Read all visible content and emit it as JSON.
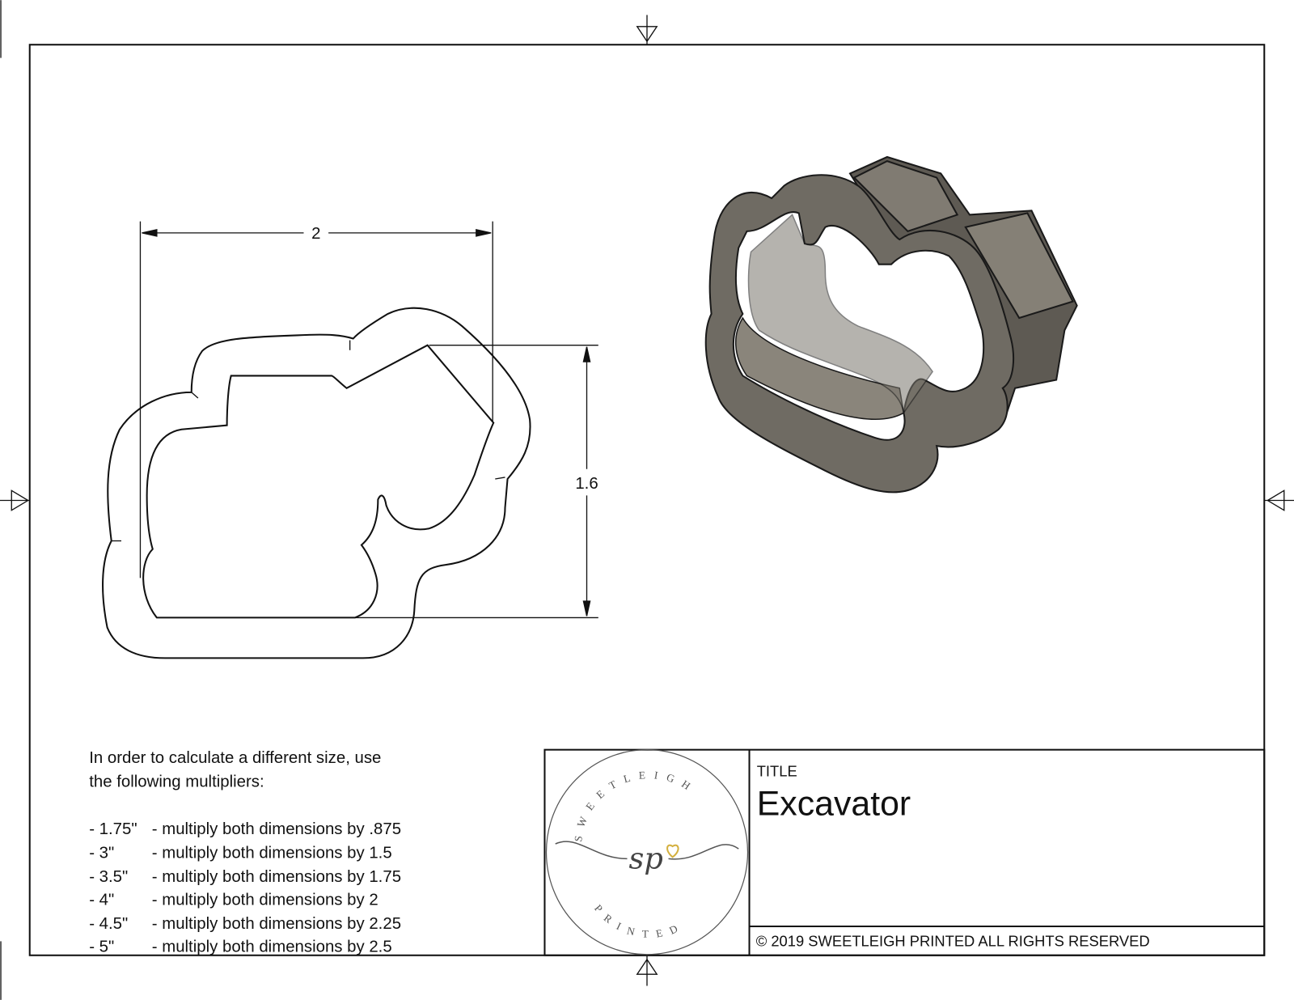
{
  "dimensions": {
    "width_label": "2",
    "height_label": "1.6"
  },
  "notes": {
    "intro_line1": "In order to calculate a different size, use",
    "intro_line2": "the following multipliers:",
    "multipliers": [
      {
        "size": "- 1.75\"",
        "text": "- multiply both dimensions by .875"
      },
      {
        "size": "- 3\"",
        "text": "- multiply both dimensions by 1.5"
      },
      {
        "size": "- 3.5\"",
        "text": "- multiply both dimensions by 1.75"
      },
      {
        "size": "- 4\"",
        "text": "- multiply both dimensions by 2"
      },
      {
        "size": "- 4.5\"",
        "text": "- multiply both dimensions by 2.25"
      },
      {
        "size": "- 5\"",
        "text": "- multiply both dimensions by 2.5"
      }
    ]
  },
  "title_block": {
    "title_label": "TITLE",
    "title": "Excavator",
    "copyright": "© 2019  SWEETLEIGH PRINTED  ALL RIGHTS RESERVED",
    "logo": {
      "top_text": "SWEETLEIGH",
      "bottom_text": "PRINTED",
      "monogram": "sp",
      "heart_color": "#d4b040"
    }
  },
  "colors": {
    "model_fill": "#6f6b63",
    "model_dark": "#4e4b45",
    "model_light": "#8d897f"
  }
}
